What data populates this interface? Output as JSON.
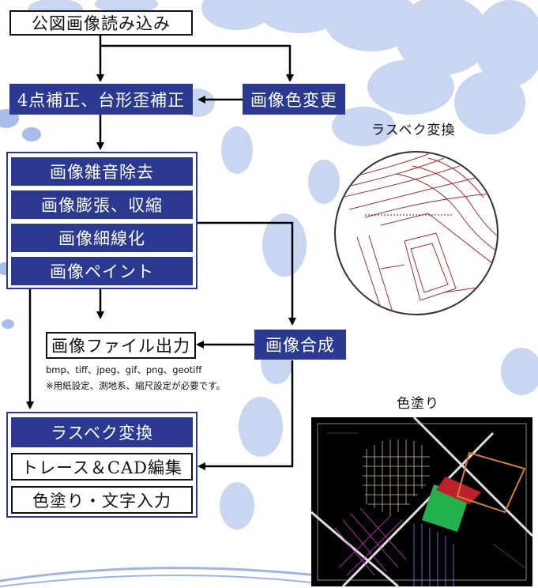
{
  "flow": {
    "import": "公図画像読み込み",
    "correction": "4点補正、台形歪補正",
    "color_change": "画像色変更",
    "processing": [
      "画像雑音除去",
      "画像膨張、収縮",
      "画像細線化",
      "画像ペイント"
    ],
    "file_output": "画像ファイル出力",
    "composite": "画像合成",
    "final": [
      "ラスベク変換",
      "トレース＆CAD編集",
      "色塗り・文字入力"
    ]
  },
  "notes": {
    "formats": "bmp、tiff、jpeg、gif、png、geotiff",
    "requirement": "※用紙設定、測地系、縮尺設定が必要です。"
  },
  "insets": {
    "raster_vector": "ラスベク変換",
    "coloring": "色塗り"
  },
  "colors": {
    "box_fill": "#2b3990",
    "accent_light": "#c8d4f0",
    "map_background": "#000000",
    "green_fill": "#22b14c",
    "red_fill": "#c0202a"
  }
}
